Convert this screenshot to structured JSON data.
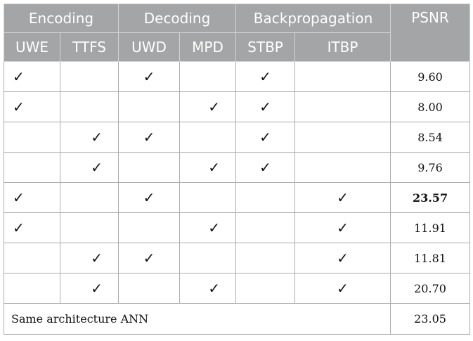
{
  "table": {
    "groups": {
      "encoding": "Encoding",
      "decoding": "Decoding",
      "backprop": "Backpropagation",
      "psnr": "PSNR"
    },
    "subheaders": {
      "uwe": "UWE",
      "ttfs": "TTFS",
      "uwd": "UWD",
      "mpd": "MPD",
      "stbp": "STBP",
      "itbp": "ITBP"
    },
    "check_mark": "✓",
    "rows": [
      {
        "uwe": "✓",
        "ttfs": "",
        "uwd": "✓",
        "mpd": "",
        "stbp": "✓",
        "itbp": "",
        "psnr": "9.60",
        "bold": false
      },
      {
        "uwe": "✓",
        "ttfs": "",
        "uwd": "",
        "mpd": "✓",
        "stbp": "✓",
        "itbp": "",
        "psnr": "8.00",
        "bold": false
      },
      {
        "uwe": "",
        "ttfs": "✓",
        "uwd": "✓",
        "mpd": "",
        "stbp": "✓",
        "itbp": "",
        "psnr": "8.54",
        "bold": false
      },
      {
        "uwe": "",
        "ttfs": "✓",
        "uwd": "",
        "mpd": "✓",
        "stbp": "✓",
        "itbp": "",
        "psnr": "9.76",
        "bold": false
      },
      {
        "uwe": "✓",
        "ttfs": "",
        "uwd": "✓",
        "mpd": "",
        "stbp": "",
        "itbp": "✓",
        "psnr": "23.57",
        "bold": true
      },
      {
        "uwe": "✓",
        "ttfs": "",
        "uwd": "",
        "mpd": "✓",
        "stbp": "",
        "itbp": "✓",
        "psnr": "11.91",
        "bold": false
      },
      {
        "uwe": "",
        "ttfs": "✓",
        "uwd": "✓",
        "mpd": "",
        "stbp": "",
        "itbp": "✓",
        "psnr": "11.81",
        "bold": false
      },
      {
        "uwe": "",
        "ttfs": "✓",
        "uwd": "",
        "mpd": "✓",
        "stbp": "",
        "itbp": "✓",
        "psnr": "20.70",
        "bold": false
      }
    ],
    "ann_row": {
      "label": "Same architecture ANN",
      "psnr": "23.05"
    },
    "colors": {
      "header_bg": "#a3a5a7",
      "header_text": "#ffffff",
      "grid": "#a9abad"
    }
  }
}
